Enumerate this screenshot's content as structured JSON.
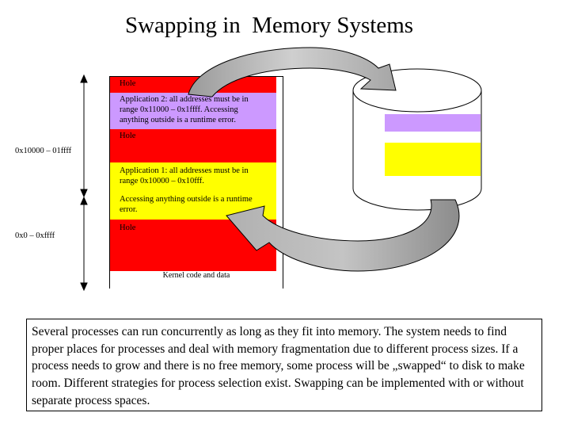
{
  "title": "Swapping in  Memory Systems",
  "memory": {
    "segments": [
      {
        "label": "Hole",
        "color": "#ff0000"
      },
      {
        "label": "Application 2: all addresses must be in range 0x11000 – 0x1ffff. Accessing anything outside is a runtime error.",
        "color": "#cc99ff"
      },
      {
        "label": "Hole",
        "color": "#ff0000"
      },
      {
        "label": "Application 1: all addresses must be in range 0x10000 – 0x10fff.",
        "color": "#ffff00"
      },
      {
        "label": "Accessing anything outside is a runtime error.",
        "color": "#ffff00"
      },
      {
        "label": "Hole",
        "color": "#ff0000"
      },
      {
        "label": "Kernel code and data",
        "color": "#ffffff"
      }
    ]
  },
  "address_labels": {
    "upper": "0x10000 – 01ffff",
    "lower": "0x0 – 0xffff"
  },
  "disk": {
    "blocks": [
      {
        "color": "#cc99ff"
      },
      {
        "color": "#ffff00"
      }
    ]
  },
  "description": "Several processes can run concurrently as long as they fit into memory. The system needs to find proper places for processes and deal with memory fragmentation due to different process sizes. If a process needs to grow and there is no free memory, some process will be „swapped“ to disk to make room. Different strategies for process selection exist. Swapping can be implemented with or without separate process spaces."
}
